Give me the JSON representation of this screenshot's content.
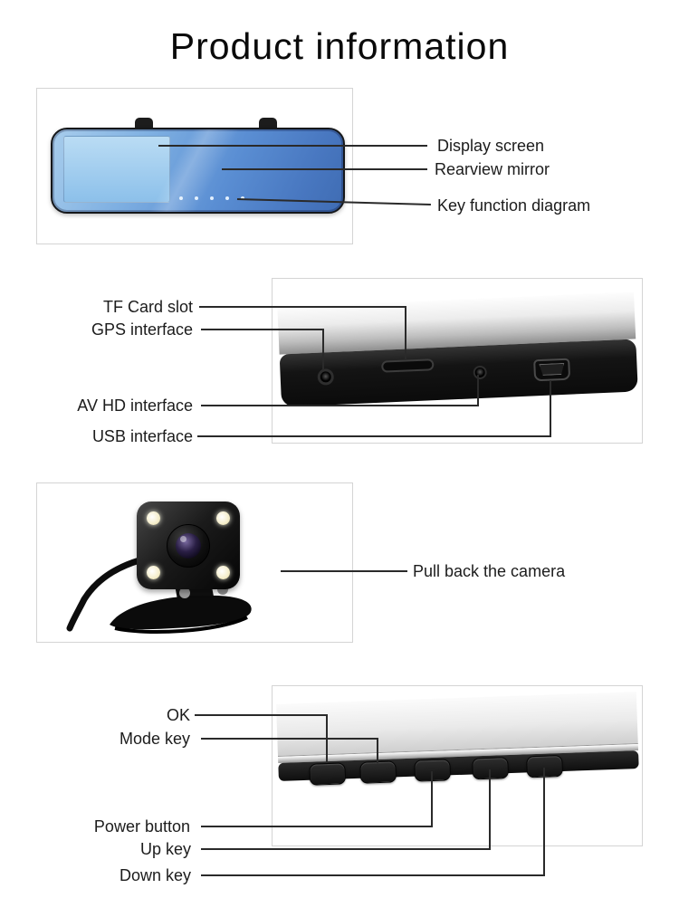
{
  "title": "Product information",
  "mirror_section": {
    "labels": {
      "display_screen": "Display screen",
      "rearview_mirror": "Rearview mirror",
      "key_function_diagram": "Key function diagram"
    }
  },
  "ports_section": {
    "labels": {
      "tf_card_slot": "TF Card slot",
      "gps_interface": "GPS interface",
      "av_hd_interface": "AV HD interface",
      "usb_interface": "USB interface"
    }
  },
  "camera_section": {
    "labels": {
      "pull_back_camera": "Pull back the camera"
    }
  },
  "buttons_section": {
    "labels": {
      "ok": "OK",
      "mode_key": "Mode key",
      "power_button": "Power button",
      "up_key": "Up key",
      "down_key": "Down key"
    }
  },
  "colors": {
    "screen_blue_light": "#a8cdec",
    "screen_blue_dark": "#3f6cb3",
    "device_black": "#111111",
    "line_color": "#2a2a2a"
  }
}
